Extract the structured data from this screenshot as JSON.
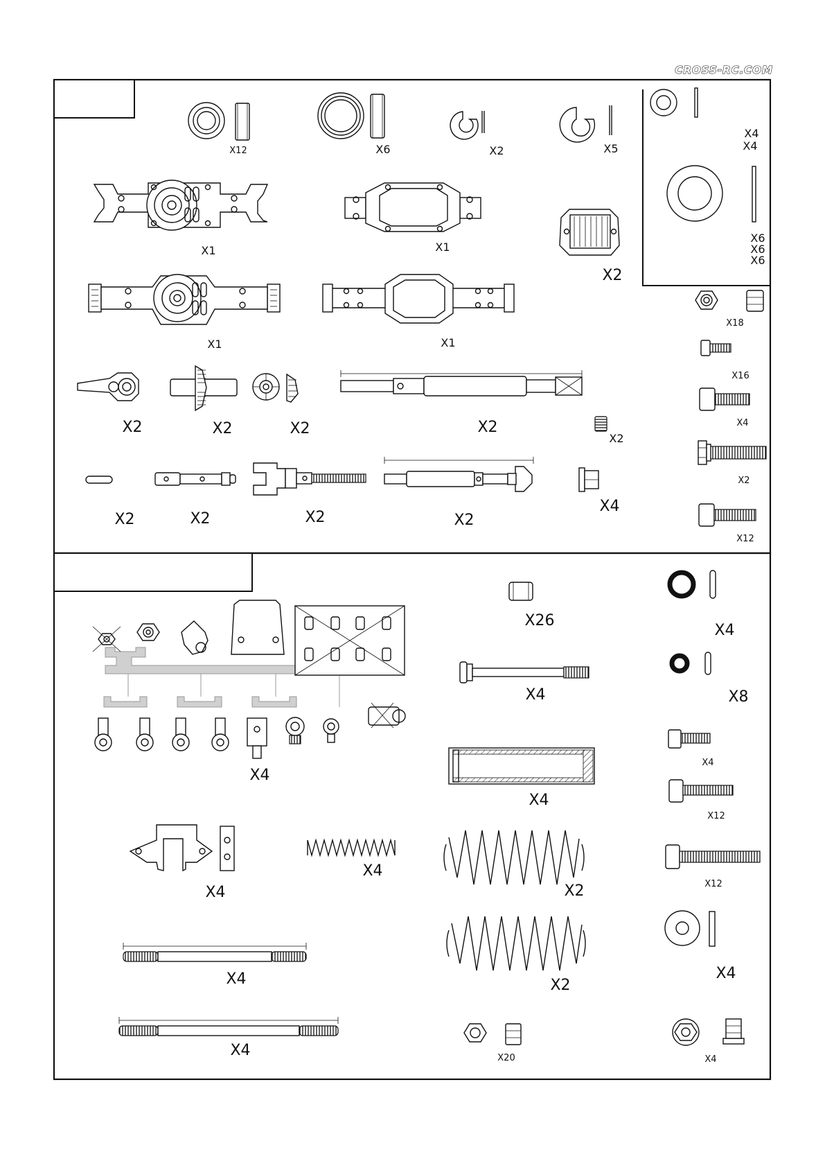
{
  "brand": {
    "logo_text": "CROSS-RC.COM"
  },
  "bags": [
    {
      "parts": [
        {
          "name": "bearing",
          "qty": "X12"
        },
        {
          "name": "large-bearing",
          "qty": "X6"
        },
        {
          "name": "small-e-clip",
          "qty": "X2"
        },
        {
          "name": "large-e-clip",
          "qty": "X5"
        },
        {
          "name": "shim-small",
          "qty": "X4"
        },
        {
          "name": "shim-small-2",
          "qty": "X4"
        },
        {
          "name": "shim-large",
          "qty": "X6"
        },
        {
          "name": "shim-large-2",
          "qty": "X6"
        },
        {
          "name": "shim-large-3",
          "qty": "X6"
        },
        {
          "name": "front-axle-housing",
          "qty": "X1"
        },
        {
          "name": "front-axle-cover",
          "qty": "X1"
        },
        {
          "name": "diff-cover",
          "qty": "X2"
        },
        {
          "name": "rear-axle-housing",
          "qty": "X1"
        },
        {
          "name": "rear-axle-cover",
          "qty": "X1"
        },
        {
          "name": "lock-nut",
          "qty": "X18"
        },
        {
          "name": "screw-short",
          "qty": "X16"
        },
        {
          "name": "cap-screw-medium",
          "qty": "X4"
        },
        {
          "name": "hex-bolt-long",
          "qty": "X2"
        },
        {
          "name": "cap-screw-long",
          "qty": "X12"
        },
        {
          "name": "steering-knuckle",
          "qty": "X2"
        },
        {
          "name": "pinion-gear-shaft",
          "qty": "X2"
        },
        {
          "name": "differential",
          "qty": "X2"
        },
        {
          "name": "long-axle-shaft",
          "qty": "X2"
        },
        {
          "name": "set-screw",
          "qty": "X2"
        },
        {
          "name": "pin",
          "qty": "X2"
        },
        {
          "name": "input-shaft",
          "qty": "X2"
        },
        {
          "name": "cvd-axle",
          "qty": "X2"
        },
        {
          "name": "front-axle-shaft",
          "qty": "X2"
        },
        {
          "name": "bushing",
          "qty": "X4"
        }
      ]
    },
    {
      "parts": [
        {
          "name": "rod-end-tree",
          "qty": "X4"
        },
        {
          "name": "link-ball",
          "qty": "X26"
        },
        {
          "name": "shock-o-ring",
          "qty": "X4"
        },
        {
          "name": "shock-shaft",
          "qty": "X4"
        },
        {
          "name": "shock-seal",
          "qty": "X8"
        },
        {
          "name": "shock-body",
          "qty": "X4"
        },
        {
          "name": "screw-short-2",
          "qty": "X4"
        },
        {
          "name": "screw-medium-2",
          "qty": "X12"
        },
        {
          "name": "shock-mount",
          "qty": "X4"
        },
        {
          "name": "small-spring",
          "qty": "X4"
        },
        {
          "name": "spring-1",
          "qty": "X2"
        },
        {
          "name": "screw-long-2",
          "qty": "X12"
        },
        {
          "name": "link-rod-1",
          "qty": "X4"
        },
        {
          "name": "spring-2",
          "qty": "X2"
        },
        {
          "name": "washer",
          "qty": "X4"
        },
        {
          "name": "link-rod-2",
          "qty": "X4"
        },
        {
          "name": "nut",
          "qty": "X20"
        },
        {
          "name": "flange-nut",
          "qty": "X4"
        }
      ]
    }
  ]
}
